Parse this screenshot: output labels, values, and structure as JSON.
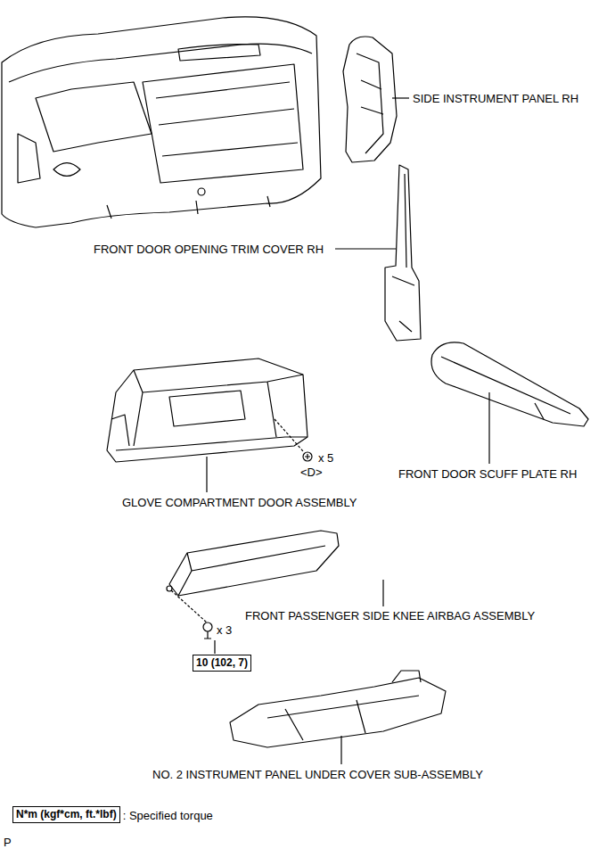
{
  "diagram": {
    "labels": [
      "SIDE INSTRUMENT PANEL RH",
      "FRONT DOOR OPENING TRIM COVER RH",
      "FRONT DOOR SCUFF PLATE RH",
      "GLOVE COMPARTMENT DOOR ASSEMBLY",
      "x 5",
      "<D>",
      "FRONT PASSENGER SIDE KNEE AIRBAG ASSEMBLY",
      "x 3",
      "10 (102, 7)",
      "NO. 2 INSTRUMENT PANEL UNDER COVER SUB-ASSEMBLY",
      "N*m (kgf*cm, ft.*lbf)",
      ": Specified torque",
      "P"
    ]
  }
}
